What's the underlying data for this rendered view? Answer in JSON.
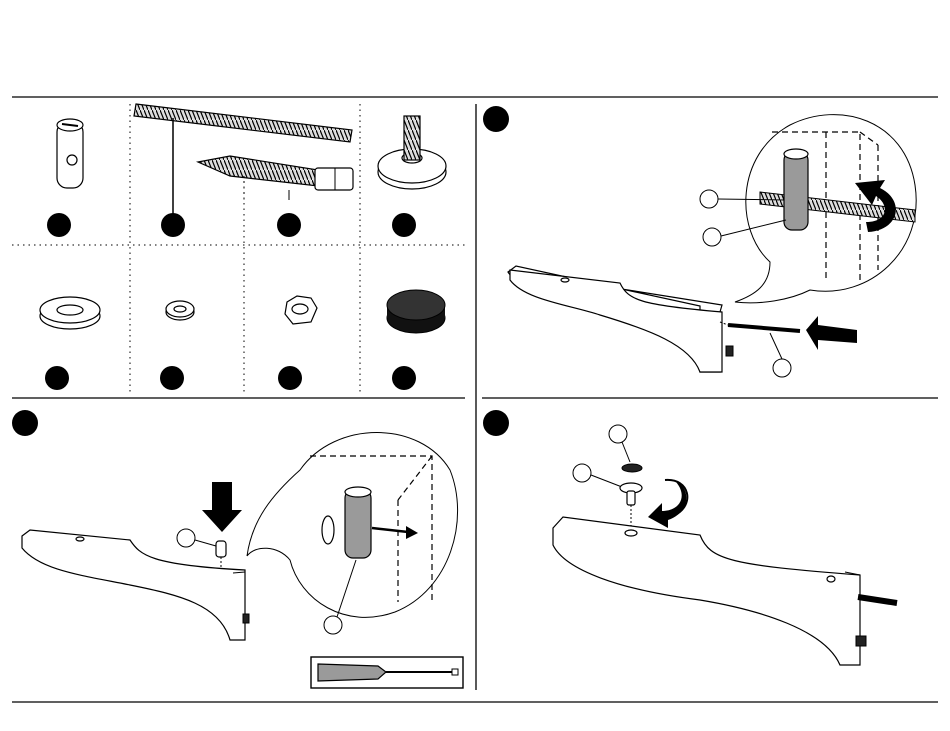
{
  "diagram": {
    "kind": "assembly-instructions",
    "panels": [
      "parts-legend",
      "step-a",
      "step-b",
      "step-c"
    ],
    "parts_legend": {
      "rows": 2,
      "columns": 4,
      "parts": [
        {
          "icon": "barrel-nut-icon"
        },
        {
          "icon": "threaded-rod-icon"
        },
        {
          "icon": "lag-screw-icon"
        },
        {
          "icon": "leveler-foot-icon"
        },
        {
          "icon": "flat-washer-icon"
        },
        {
          "icon": "lock-washer-icon"
        },
        {
          "icon": "hex-nut-icon"
        },
        {
          "icon": "felt-pad-icon"
        }
      ]
    },
    "steps": [
      {
        "panel": "step-a",
        "icon": "leg-with-threaded-rod-icon"
      },
      {
        "panel": "step-b",
        "icon": "leg-with-barrel-nut-icon"
      },
      {
        "panel": "step-c",
        "icon": "leg-with-washer-and-nut-icon"
      }
    ],
    "tools": [
      {
        "icon": "screwdriver-icon"
      }
    ],
    "colors": {
      "ink": "#000000",
      "metal": "#9a9a9a",
      "paper": "#ffffff"
    }
  }
}
